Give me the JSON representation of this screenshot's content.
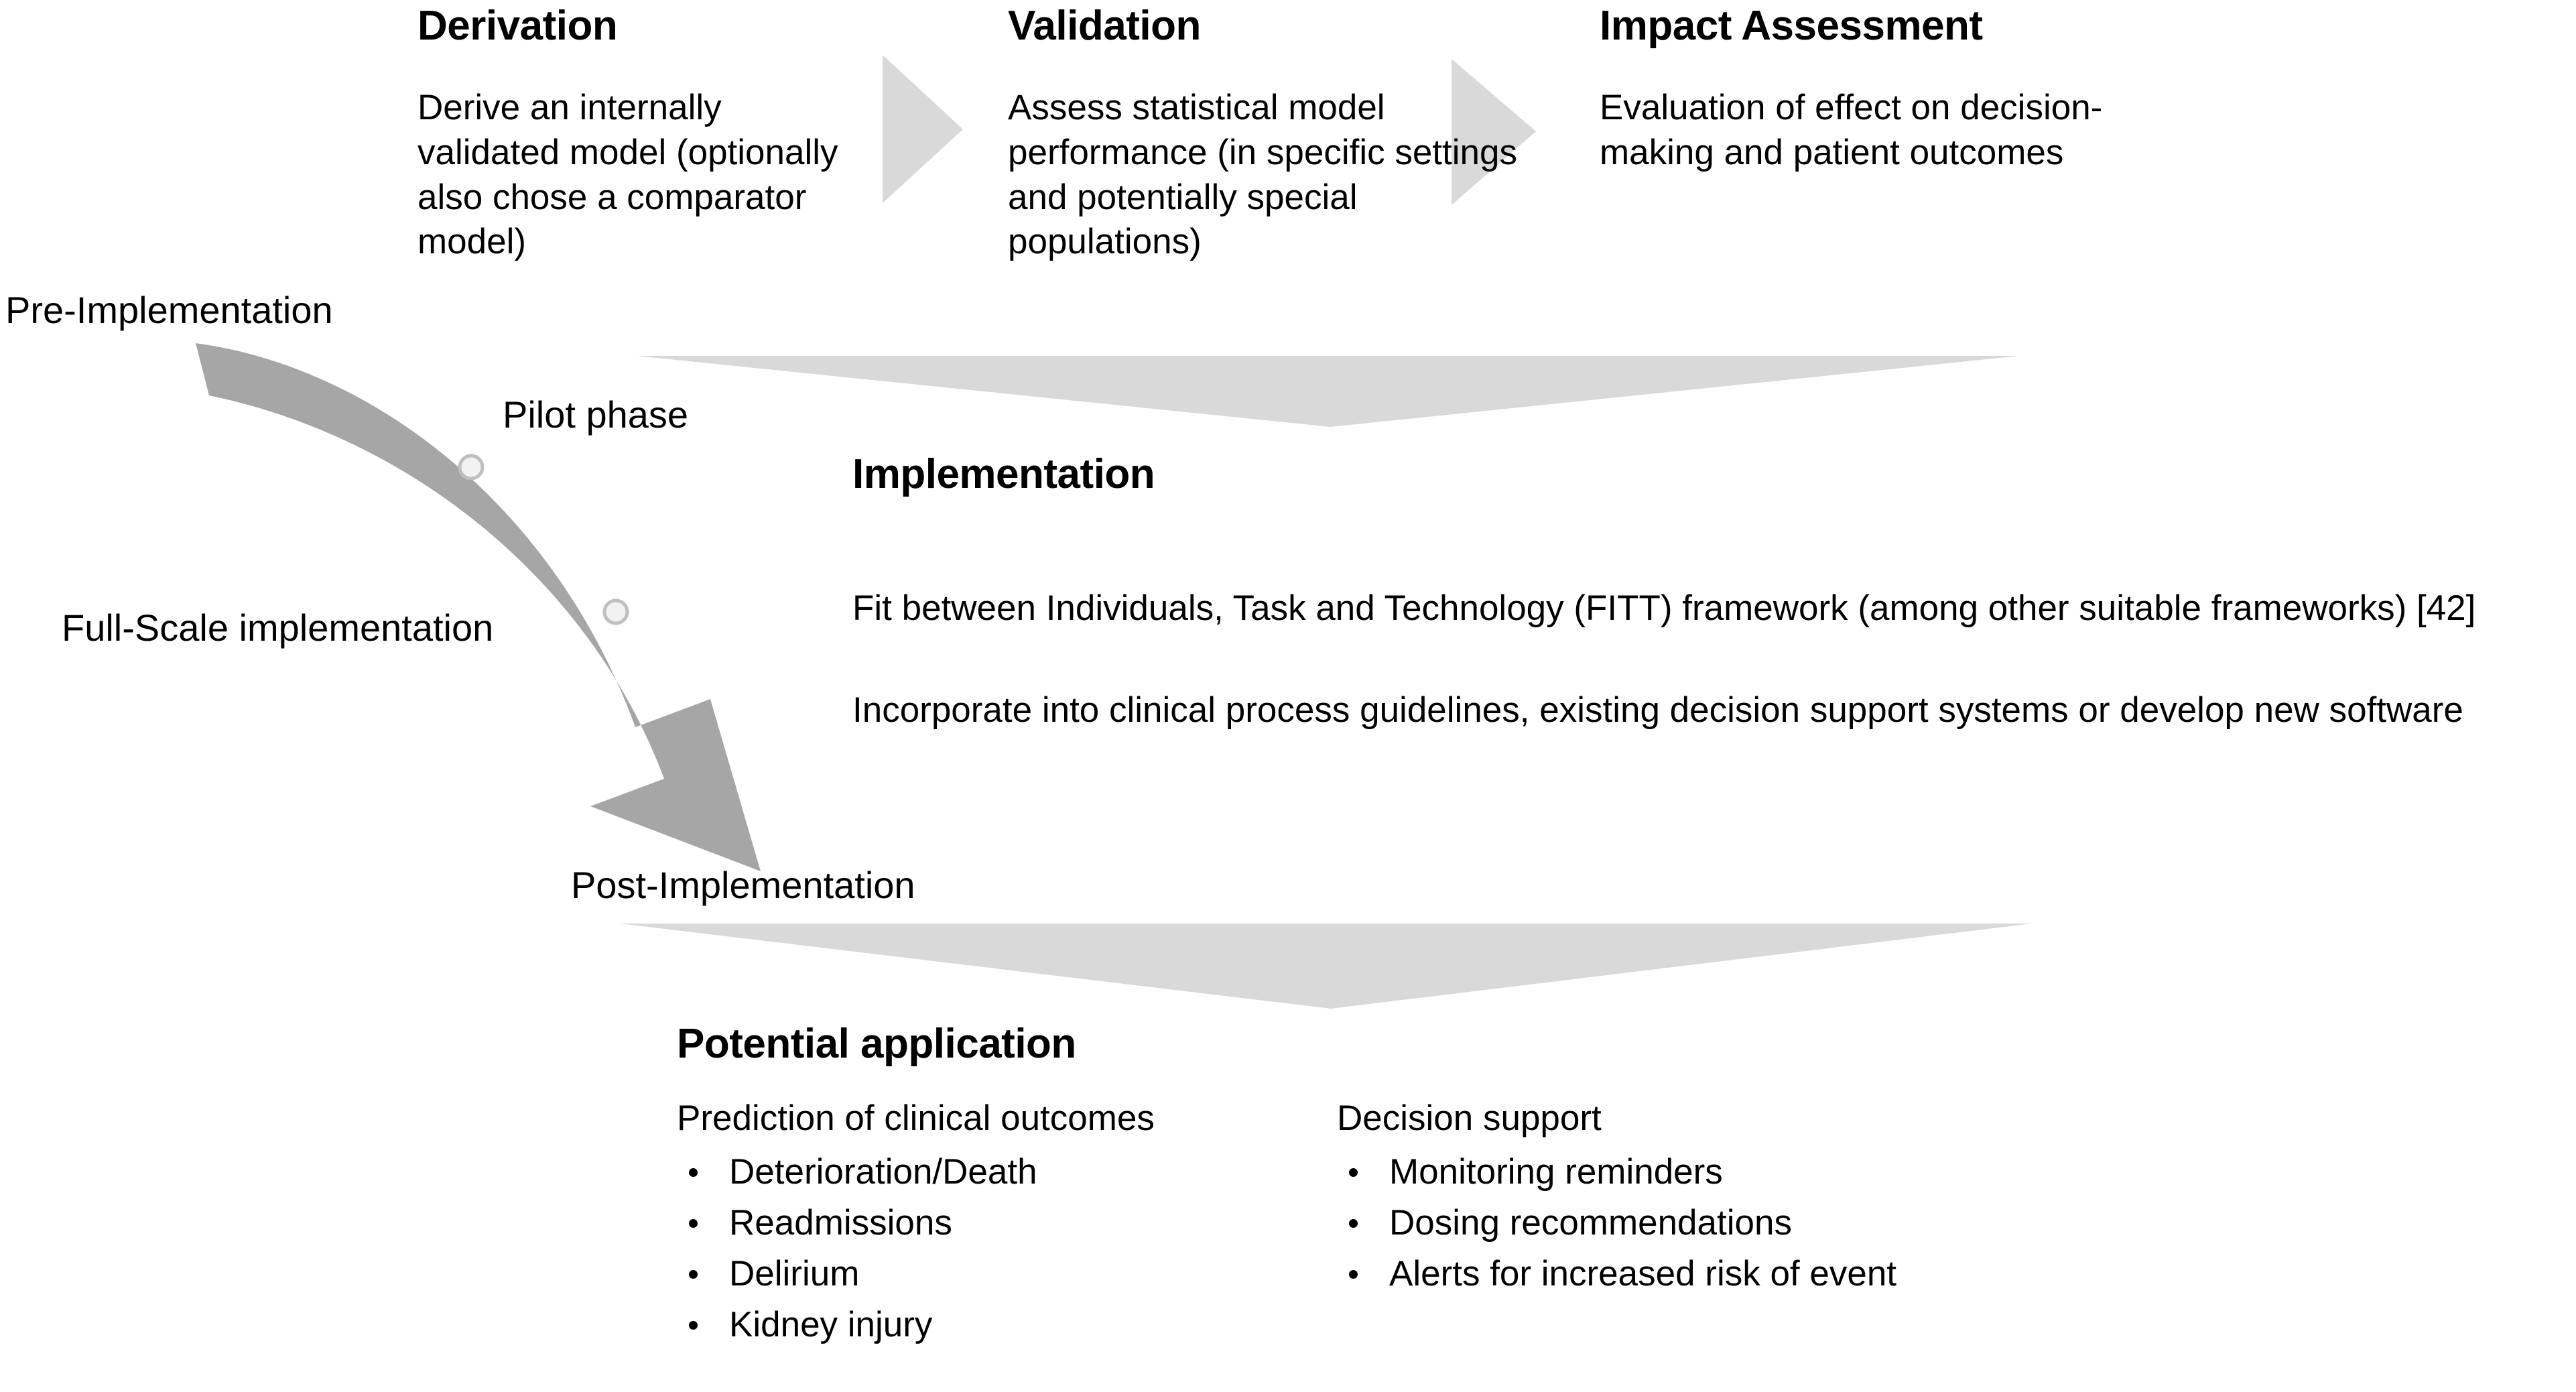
{
  "figure": {
    "stages": [
      {
        "id": "derivation",
        "title": "Derivation",
        "body": "Derive an internally validated model (optionally also chose a comparator model)"
      },
      {
        "id": "validation",
        "title": "Validation",
        "body": "Assess statistical model performance (in specific settings and potentially special populations)"
      },
      {
        "id": "impact-assessment",
        "title": "Impact Assessment",
        "body": "Evaluation of effect on decision-making and patient outcomes"
      }
    ],
    "phase_labels": {
      "pre_implementation": "Pre-Implementation",
      "pilot_phase": "Pilot phase",
      "full_scale_implementation": "Full-Scale implementation",
      "post_implementation": "Post-Implementation"
    },
    "implementation": {
      "title": "Implementation",
      "lines": [
        "Fit between Individuals, Task and Technology (FITT) framework (among other suitable frameworks) [42]",
        "Incorporate into clinical process guidelines, existing decision support systems or develop new software"
      ]
    },
    "potential_application": {
      "title": "Potential application",
      "columns": [
        {
          "heading": "Prediction of clinical outcomes",
          "items": [
            "Deterioration/Death",
            "Readmissions",
            "Delirium",
            "Kidney injury"
          ]
        },
        {
          "heading": "Decision support",
          "items": [
            "Monitoring reminders",
            "Dosing recommendations",
            "Alerts for increased risk of event"
          ]
        }
      ]
    },
    "shapes": {
      "chevron_arrow_icon": "chevron-right-triangle",
      "funnel_icon": "downward-funnel-triangle",
      "curved_arrow_icon": "curved-down-right-arrow",
      "milestone_marker_icon": "circle-marker"
    },
    "colors": {
      "background": "#ffffff",
      "text": "#000000",
      "light_gray_shape": "#d9d9d9",
      "mid_gray_arrow": "#a6a6a6",
      "marker_fill": "#f2f2f2",
      "marker_stroke": "#bfbfbf"
    }
  }
}
